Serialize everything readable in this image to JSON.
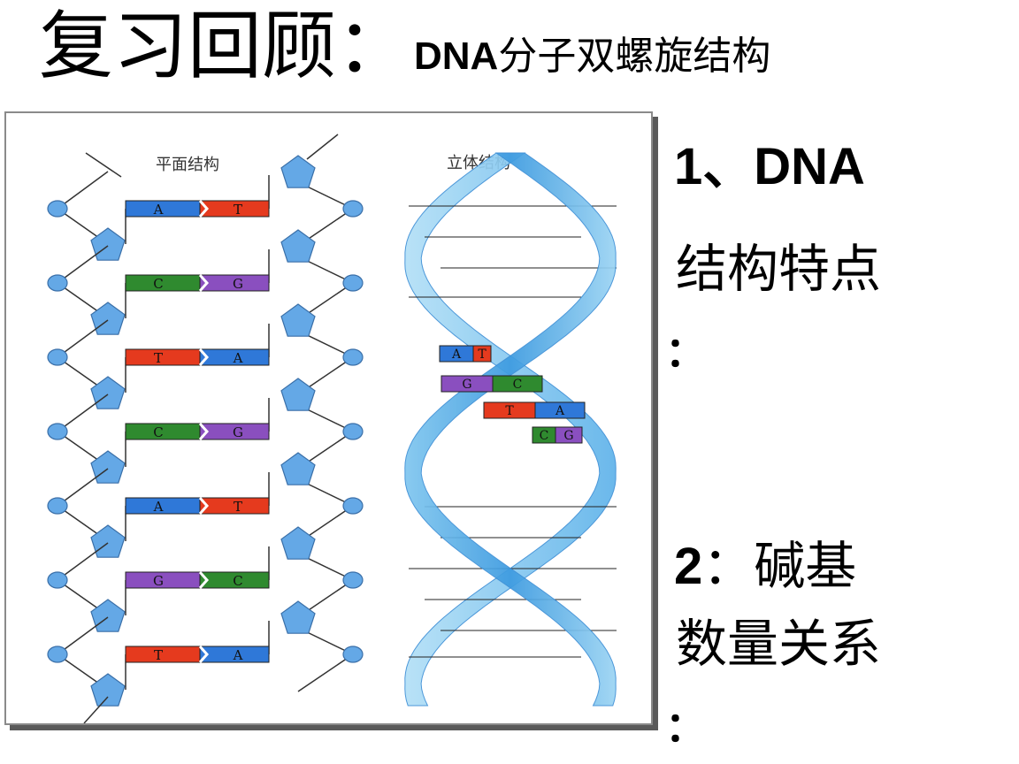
{
  "slide": {
    "title_main": "复习回顾：",
    "title_sub_dna": "DNA",
    "title_sub_rest": "分子双螺旋结构"
  },
  "figure": {
    "label_flat": "平面结构",
    "label_3d": "立体结构",
    "flat_pairs": [
      {
        "left": "A",
        "right": "T"
      },
      {
        "left": "C",
        "right": "G"
      },
      {
        "left": "T",
        "right": "A"
      },
      {
        "left": "C",
        "right": "G"
      },
      {
        "left": "A",
        "right": "T"
      },
      {
        "left": "G",
        "right": "C"
      },
      {
        "left": "T",
        "right": "A"
      }
    ],
    "helix_pairs": [
      {
        "left": "A",
        "right": "T"
      },
      {
        "left": "G",
        "right": "C"
      },
      {
        "left": "T",
        "right": "A"
      },
      {
        "left": "C",
        "right": "G"
      }
    ],
    "base_colors": {
      "A": "#2f78d8",
      "T": "#e53a1e",
      "C": "#2f8a2f",
      "G": "#8a4fbf"
    }
  },
  "points": {
    "p1_num": "1、DNA",
    "p1_text": "结构特点",
    "p1_colon": "：",
    "p2_num": "2",
    "p2_sep": "：碱基",
    "p2_text": "数量关系",
    "p2_colon": "："
  }
}
